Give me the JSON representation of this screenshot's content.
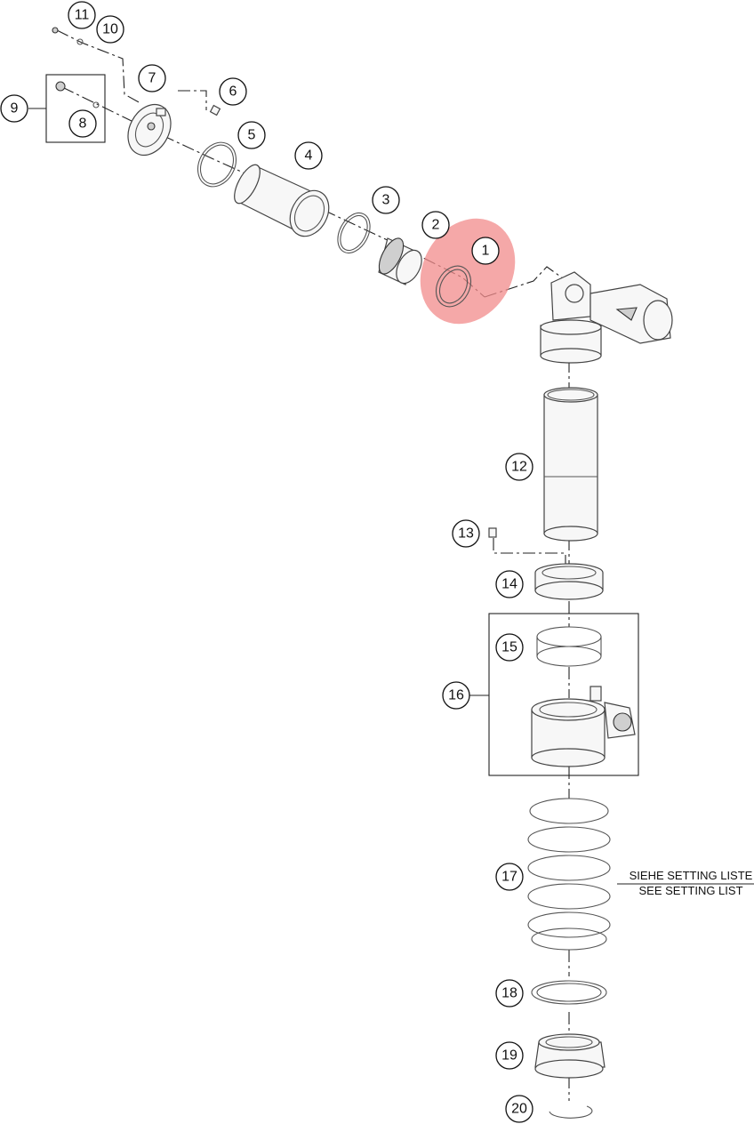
{
  "highlight_color": "#f28b8b",
  "callouts": {
    "c1": "1",
    "c2": "2",
    "c3": "3",
    "c4": "4",
    "c5": "5",
    "c6": "6",
    "c7": "7",
    "c8": "8",
    "c9": "9",
    "c10": "10",
    "c11": "11",
    "c12": "12",
    "c13": "13",
    "c14": "14",
    "c15": "15",
    "c16": "16",
    "c17": "17",
    "c18": "18",
    "c19": "19",
    "c20": "20"
  },
  "note": {
    "line1": "SIEHE SETTING LISTE",
    "line2": "SEE SETTING LIST"
  }
}
